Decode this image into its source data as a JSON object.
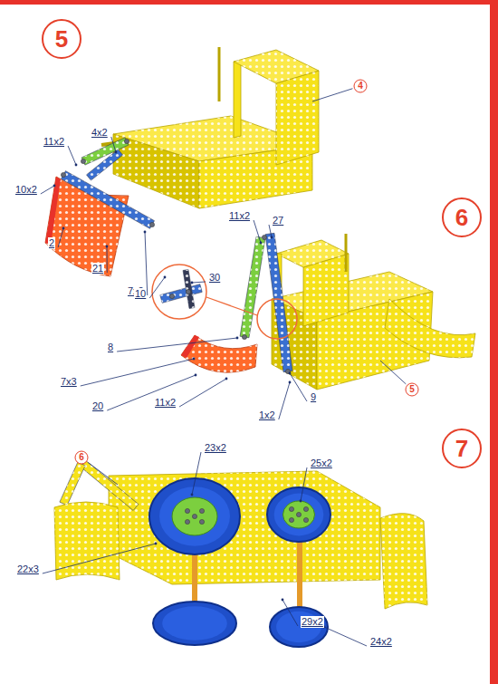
{
  "diagram": {
    "nodes": [
      {
        "text": [
          "5"
        ]
      },
      {
        "text": [
          "4"
        ]
      },
      {
        "text": [
          "6"
        ]
      },
      {
        "text": [
          "5"
        ]
      },
      {
        "text": [
          "7"
        ]
      },
      {
        "text": [
          "6"
        ]
      }
    ],
    "labels": [
      "4x2",
      "11x2",
      "10x2",
      "2",
      "21",
      "7x2",
      "11x2",
      "27",
      "10",
      "30",
      "8",
      "7x3",
      "20",
      "11x2",
      "9",
      "1x2",
      "23x2",
      "25x2",
      "22x3",
      "29x2",
      "24x2"
    ]
  }
}
